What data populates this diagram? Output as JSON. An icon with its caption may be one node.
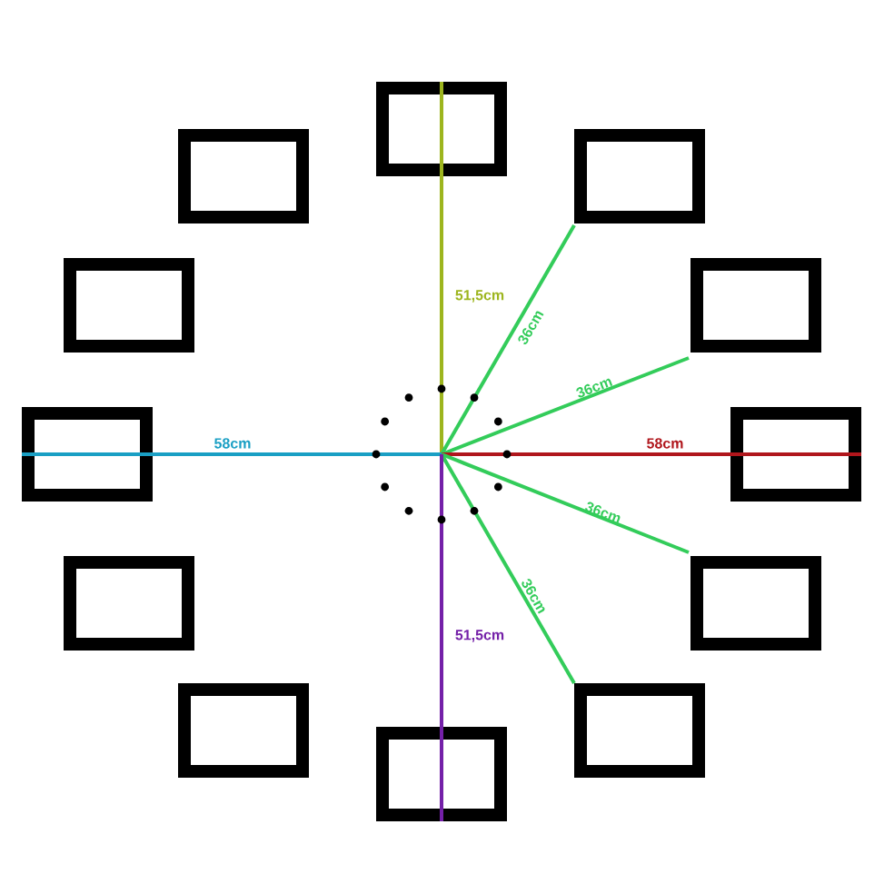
{
  "diagram": {
    "nodes": [
      {
        "text": [],
        "shape": "box"
      },
      {
        "text": [],
        "shape": "box"
      },
      {
        "text": [],
        "shape": "box"
      },
      {
        "text": [],
        "shape": "box"
      },
      {
        "text": [],
        "shape": "box"
      },
      {
        "text": [],
        "shape": "box"
      },
      {
        "text": [],
        "shape": "box"
      },
      {
        "text": [],
        "shape": "box"
      },
      {
        "text": [],
        "shape": "box"
      },
      {
        "text": [],
        "shape": "box"
      },
      {
        "text": [],
        "shape": "box"
      },
      {
        "text": [],
        "shape": "box"
      }
    ],
    "labels": [
      "51,5cm",
      "36cm",
      "36cm",
      "58cm",
      "58cm",
      "36cm",
      "36cm",
      "51,5cm"
    ]
  }
}
